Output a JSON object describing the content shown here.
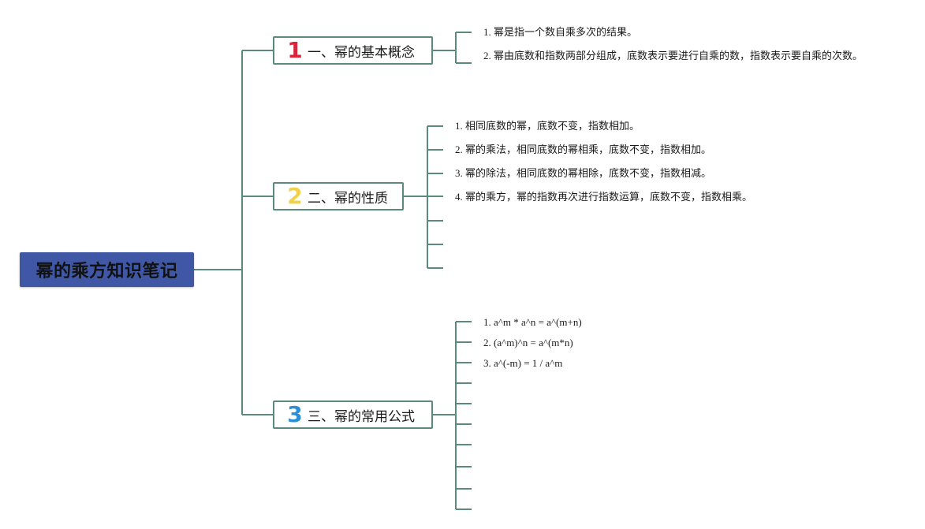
{
  "colors": {
    "line": "#5a8a7c",
    "root_bg": "#3f57a4",
    "num1": "#d9263a",
    "num2": "#f2d14a",
    "num3": "#2a8fd6"
  },
  "root": {
    "label": "幂的乘方知识笔记"
  },
  "topics": [
    {
      "num": "1",
      "label": "一、幂的基本概念",
      "items": [
        "1. 幂是指一个数自乘多次的结果。",
        "2. 幂由底数和指数两部分组成，底数表示要进行自乘的数，指数表示要自乘的次数。"
      ]
    },
    {
      "num": "2",
      "label": "二、幂的性质",
      "items": [
        "1. 相同底数的幂，底数不变，指数相加。",
        "2. 幂的乘法，相同底数的幂相乘，底数不变，指数相加。",
        "3. 幂的除法，相同底数的幂相除，底数不变，指数相减。",
        "4. 幂的乘方，幂的指数再次进行指数运算，底数不变，指数相乘。"
      ]
    },
    {
      "num": "3",
      "label": "三、幂的常用公式",
      "items": [
        "1. a^m * a^n = a^(m+n)",
        "2. (a^m)^n = a^(m*n)",
        "3. a^(-m) = 1 / a^m"
      ]
    }
  ]
}
